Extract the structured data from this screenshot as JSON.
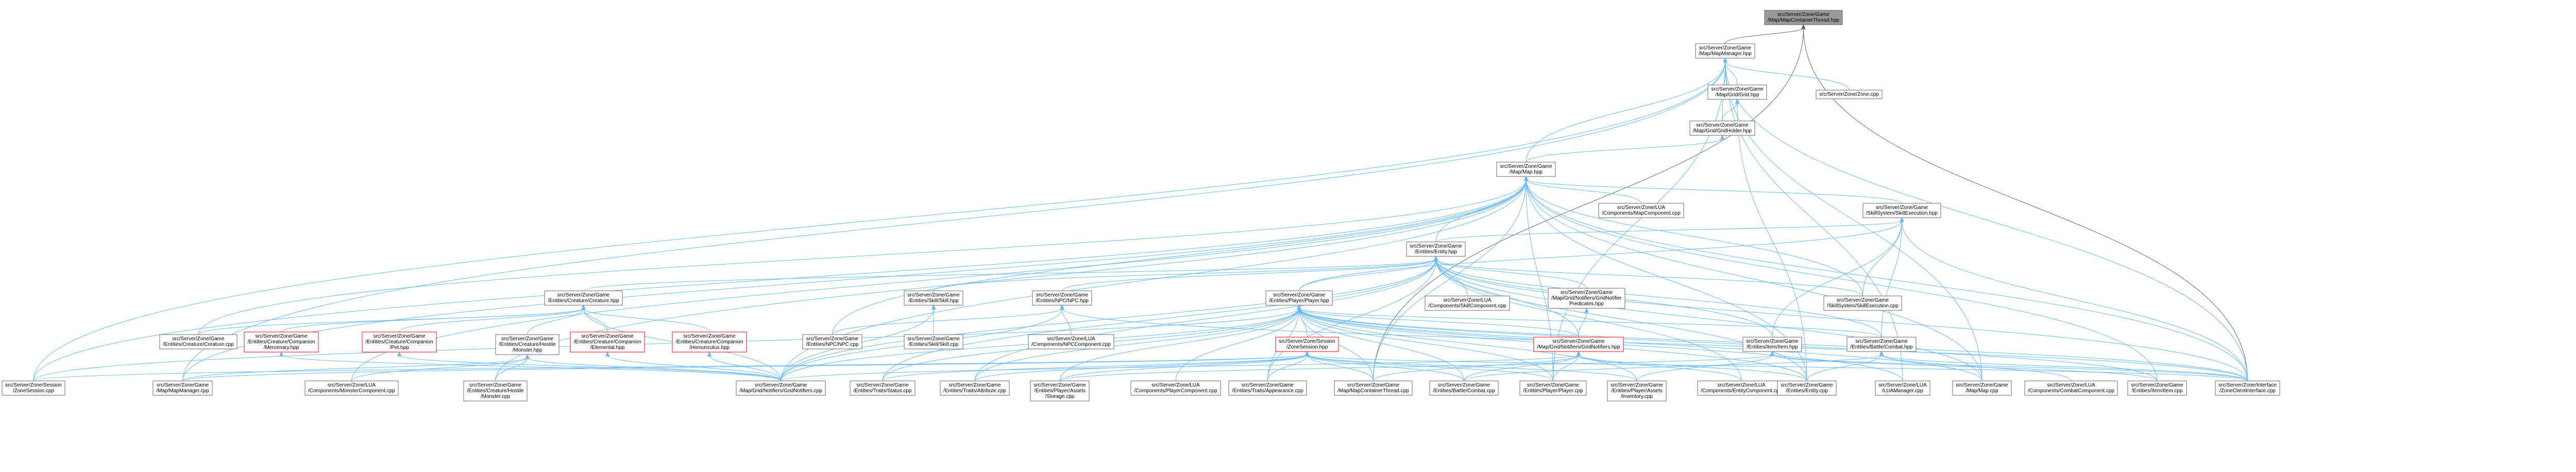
{
  "graph_title": "",
  "nodes": [
    {
      "id": "n0",
      "lines": [
        "src/Server/Zone/Game",
        "/Map/MapContainerThread.hpp"
      ],
      "root": true
    },
    {
      "id": "n1",
      "lines": [
        "src/Server/Zone/Game",
        "/Map/MapManager.hpp"
      ]
    },
    {
      "id": "n2",
      "lines": [
        "src/Server/Zone/Game",
        "/Map/Grid/Grid.hpp"
      ]
    },
    {
      "id": "n3",
      "lines": [
        "src/Server/Zone/Zone.cpp"
      ]
    },
    {
      "id": "n4",
      "lines": [
        "src/Server/Zone/Game",
        "/Map/Grid/GridHolder.hpp"
      ]
    },
    {
      "id": "n5",
      "lines": [
        "src/Server/Zone/Game",
        "/Map/Map.hpp"
      ]
    },
    {
      "id": "n6",
      "lines": [
        "src/Server/Zone/LUA",
        "/Components/MapComponent.cpp"
      ]
    },
    {
      "id": "n7",
      "lines": [
        "src/Server/Zone/Game",
        "/SkillSystem/SkillExecution.hpp"
      ]
    },
    {
      "id": "n8",
      "lines": [
        "src/Server/Zone/Game",
        "/Entities/Entity.hpp"
      ]
    },
    {
      "id": "n9",
      "lines": [
        "src/Server/Zone/Game",
        "/Entities/Creature/Creature.hpp"
      ]
    },
    {
      "id": "n10",
      "lines": [
        "src/Server/Zone/Game",
        "/Entities/Skill/Skill.hpp"
      ]
    },
    {
      "id": "n11",
      "lines": [
        "src/Server/Zone/Game",
        "/Entities/NPC/NPC.hpp"
      ]
    },
    {
      "id": "n12",
      "lines": [
        "src/Server/Zone/Game",
        "/Entities/Player/Player.hpp"
      ]
    },
    {
      "id": "n13",
      "lines": [
        "src/Server/Zone/LUA",
        "/Components/SkillComponent.cpp"
      ]
    },
    {
      "id": "n14",
      "lines": [
        "src/Server/Zone/Game",
        "/Map/Grid/Notifiers/GridNotifier",
        "Predicates.hpp"
      ]
    },
    {
      "id": "n15",
      "lines": [
        "src/Server/Zone/Game",
        "/SkillSystem/SkillExecution.cpp"
      ]
    },
    {
      "id": "n16",
      "lines": [
        "src/Server/Zone/Game",
        "/Entities/Creature/Creature.cpp"
      ]
    },
    {
      "id": "n17",
      "lines": [
        "src/Server/Zone/Game",
        "/Entities/Creature/Companion",
        "/Mercenary.hpp"
      ],
      "red": true
    },
    {
      "id": "n18",
      "lines": [
        "src/Server/Zone/Game",
        "/Entities/Creature/Companion",
        "/Pet.hpp"
      ],
      "red": true
    },
    {
      "id": "n19",
      "lines": [
        "src/Server/Zone/Game",
        "/Entities/Creature/Hostile",
        "/Monster.hpp"
      ]
    },
    {
      "id": "n20",
      "lines": [
        "src/Server/Zone/Game",
        "/Entities/Creature/Companion",
        "/Elemental.hpp"
      ],
      "red": true
    },
    {
      "id": "n21",
      "lines": [
        "src/Server/Zone/Game",
        "/Entities/Creature/Companion",
        "/Homunculus.hpp"
      ],
      "red": true
    },
    {
      "id": "n22",
      "lines": [
        "src/Server/Zone/Game",
        "/Entities/NPC/NPC.cpp"
      ]
    },
    {
      "id": "n23",
      "lines": [
        "src/Server/Zone/Game",
        "/Entities/Skill/Skill.cpp"
      ]
    },
    {
      "id": "n24",
      "lines": [
        "src/Server/Zone/LUA",
        "/Components/NPCComponent.cpp"
      ]
    },
    {
      "id": "n25",
      "lines": [
        "src/Server/Zone/Session",
        "/ZoneSession.hpp"
      ],
      "red": true
    },
    {
      "id": "n26",
      "lines": [
        "src/Server/Zone/Game",
        "/Map/Grid/Notifiers/GridNotifiers.hpp"
      ],
      "red": true
    },
    {
      "id": "n27",
      "lines": [
        "src/Server/Zone/Game",
        "/Entities/Item/Item.hpp"
      ]
    },
    {
      "id": "n28",
      "lines": [
        "src/Server/Zone/Game",
        "/Entities/Battle/Combat.hpp"
      ]
    },
    {
      "id": "n29",
      "lines": [
        "src/Server/Zone/Session",
        "/ZoneSession.cpp"
      ]
    },
    {
      "id": "n30",
      "lines": [
        "src/Server/Zone/Game",
        "/Map/MapManager.cpp"
      ]
    },
    {
      "id": "n31",
      "lines": [
        "src/Server/Zone/LUA",
        "/Components/MonsterComponent.cpp"
      ]
    },
    {
      "id": "n32",
      "lines": [
        "src/Server/Zone/Game",
        "/Entities/Creature/Hostile",
        "/Monster.cpp"
      ]
    },
    {
      "id": "n33",
      "lines": [
        "src/Server/Zone/Game",
        "/Map/Grid/Notifiers/GridNotifiers.cpp"
      ]
    },
    {
      "id": "n34",
      "lines": [
        "src/Server/Zone/Game",
        "/Entities/Traits/Status.cpp"
      ]
    },
    {
      "id": "n35",
      "lines": [
        "src/Server/Zone/Game",
        "/Entities/Traits/Attribute.cpp"
      ]
    },
    {
      "id": "n36",
      "lines": [
        "src/Server/Zone/Game",
        "/Entities/Player/Assets",
        "/Storage.cpp"
      ]
    },
    {
      "id": "n37",
      "lines": [
        "src/Server/Zone/LUA",
        "/Components/PlayerComponent.cpp"
      ]
    },
    {
      "id": "n38",
      "lines": [
        "src/Server/Zone/Game",
        "/Entities/Traits/Appearance.cpp"
      ]
    },
    {
      "id": "n39",
      "lines": [
        "src/Server/Zone/Game",
        "/Map/MapContainerThread.cpp"
      ]
    },
    {
      "id": "n40",
      "lines": [
        "src/Server/Zone/Game",
        "/Entities/Battle/Combat.cpp"
      ]
    },
    {
      "id": "n41",
      "lines": [
        "src/Server/Zone/Game",
        "/Entities/Player/Player.cpp"
      ]
    },
    {
      "id": "n42",
      "lines": [
        "src/Server/Zone/Game",
        "/Entities/Player/Assets",
        "/Inventory.cpp"
      ]
    },
    {
      "id": "n43",
      "lines": [
        "src/Server/Zone/LUA",
        "/Components/EntityComponent.cpp"
      ]
    },
    {
      "id": "n44",
      "lines": [
        "src/Server/Zone/Game",
        "/Entities/Entity.cpp"
      ]
    },
    {
      "id": "n45",
      "lines": [
        "src/Server/Zone/LUA",
        "/LUAManager.cpp"
      ]
    },
    {
      "id": "n46",
      "lines": [
        "src/Server/Zone/Game",
        "/Map/Map.cpp"
      ]
    },
    {
      "id": "n47",
      "lines": [
        "src/Server/Zone/LUA",
        "/Components/CombatComponent.cpp"
      ]
    },
    {
      "id": "n48",
      "lines": [
        "src/Server/Zone/Game",
        "/Entities/Item/Item.cpp"
      ]
    },
    {
      "id": "n49",
      "lines": [
        "src/Server/Zone/Interface",
        "/ZoneClientInterface.cpp"
      ]
    }
  ],
  "edges": [
    [
      "n0",
      "n1"
    ],
    [
      "n0",
      "n49"
    ],
    [
      "n0",
      "n39"
    ],
    [
      "n1",
      "n2"
    ],
    [
      "n1",
      "n3"
    ],
    [
      "n1",
      "n4"
    ],
    [
      "n1",
      "n29"
    ],
    [
      "n1",
      "n30"
    ],
    [
      "n1",
      "n45"
    ],
    [
      "n1",
      "n46"
    ],
    [
      "n1",
      "n49"
    ],
    [
      "n1",
      "n41"
    ],
    [
      "n1",
      "n5"
    ],
    [
      "n2",
      "n4"
    ],
    [
      "n2",
      "n44"
    ],
    [
      "n4",
      "n5"
    ],
    [
      "n5",
      "n6"
    ],
    [
      "n5",
      "n7"
    ],
    [
      "n5",
      "n8"
    ],
    [
      "n5",
      "n16"
    ],
    [
      "n5",
      "n22"
    ],
    [
      "n5",
      "n30"
    ],
    [
      "n5",
      "n32"
    ],
    [
      "n5",
      "n33"
    ],
    [
      "n5",
      "n39"
    ],
    [
      "n5",
      "n41"
    ],
    [
      "n5",
      "n44"
    ],
    [
      "n5",
      "n46"
    ],
    [
      "n5",
      "n49"
    ],
    [
      "n5",
      "n48"
    ],
    [
      "n5",
      "n15"
    ],
    [
      "n5",
      "n31"
    ],
    [
      "n5",
      "n29"
    ],
    [
      "n7",
      "n8"
    ],
    [
      "n7",
      "n15"
    ],
    [
      "n7",
      "n27"
    ],
    [
      "n7",
      "n28"
    ],
    [
      "n7",
      "n49"
    ],
    [
      "n7",
      "n12"
    ],
    [
      "n8",
      "n9"
    ],
    [
      "n8",
      "n10"
    ],
    [
      "n8",
      "n11"
    ],
    [
      "n8",
      "n12"
    ],
    [
      "n8",
      "n13"
    ],
    [
      "n8",
      "n14"
    ],
    [
      "n8",
      "n15"
    ],
    [
      "n8",
      "n26"
    ],
    [
      "n8",
      "n27"
    ],
    [
      "n8",
      "n28"
    ],
    [
      "n8",
      "n43"
    ],
    [
      "n8",
      "n44"
    ],
    [
      "n8",
      "n34"
    ],
    [
      "n8",
      "n35"
    ],
    [
      "n8",
      "n38"
    ],
    [
      "n8",
      "n33"
    ],
    [
      "n8",
      "n46"
    ],
    [
      "n8",
      "n49"
    ],
    [
      "n9",
      "n16"
    ],
    [
      "n9",
      "n17"
    ],
    [
      "n9",
      "n18"
    ],
    [
      "n9",
      "n19"
    ],
    [
      "n9",
      "n20"
    ],
    [
      "n9",
      "n21"
    ],
    [
      "n9",
      "n33"
    ],
    [
      "n10",
      "n23"
    ],
    [
      "n10",
      "n33"
    ],
    [
      "n11",
      "n22"
    ],
    [
      "n11",
      "n24"
    ],
    [
      "n11",
      "n33"
    ],
    [
      "n11",
      "n49"
    ],
    [
      "n12",
      "n25"
    ],
    [
      "n12",
      "n29"
    ],
    [
      "n12",
      "n33"
    ],
    [
      "n12",
      "n34"
    ],
    [
      "n12",
      "n35"
    ],
    [
      "n12",
      "n36"
    ],
    [
      "n12",
      "n37"
    ],
    [
      "n12",
      "n38"
    ],
    [
      "n12",
      "n39"
    ],
    [
      "n12",
      "n40"
    ],
    [
      "n12",
      "n41"
    ],
    [
      "n12",
      "n42"
    ],
    [
      "n12",
      "n44"
    ],
    [
      "n12",
      "n45"
    ],
    [
      "n12",
      "n46"
    ],
    [
      "n12",
      "n48"
    ],
    [
      "n12",
      "n49"
    ],
    [
      "n12",
      "n26"
    ],
    [
      "n12",
      "n28"
    ],
    [
      "n14",
      "n26"
    ],
    [
      "n17",
      "n33"
    ],
    [
      "n18",
      "n33"
    ],
    [
      "n20",
      "n33"
    ],
    [
      "n21",
      "n33"
    ],
    [
      "n19",
      "n31"
    ],
    [
      "n19",
      "n32"
    ],
    [
      "n19",
      "n33"
    ],
    [
      "n19",
      "n30"
    ],
    [
      "n25",
      "n29"
    ],
    [
      "n25",
      "n34"
    ],
    [
      "n25",
      "n35"
    ],
    [
      "n25",
      "n36"
    ],
    [
      "n25",
      "n38"
    ],
    [
      "n25",
      "n39"
    ],
    [
      "n25",
      "n40"
    ],
    [
      "n25",
      "n41"
    ],
    [
      "n25",
      "n42"
    ],
    [
      "n25",
      "n30"
    ],
    [
      "n25",
      "n49"
    ],
    [
      "n26",
      "n33"
    ],
    [
      "n26",
      "n39"
    ],
    [
      "n26",
      "n40"
    ],
    [
      "n26",
      "n41"
    ],
    [
      "n26",
      "n43"
    ],
    [
      "n26",
      "n44"
    ],
    [
      "n27",
      "n48"
    ],
    [
      "n27",
      "n42"
    ],
    [
      "n27",
      "n49"
    ],
    [
      "n27",
      "n36"
    ],
    [
      "n28",
      "n40"
    ],
    [
      "n28",
      "n47"
    ],
    [
      "n28",
      "n44"
    ],
    [
      "n28",
      "n49"
    ]
  ]
}
